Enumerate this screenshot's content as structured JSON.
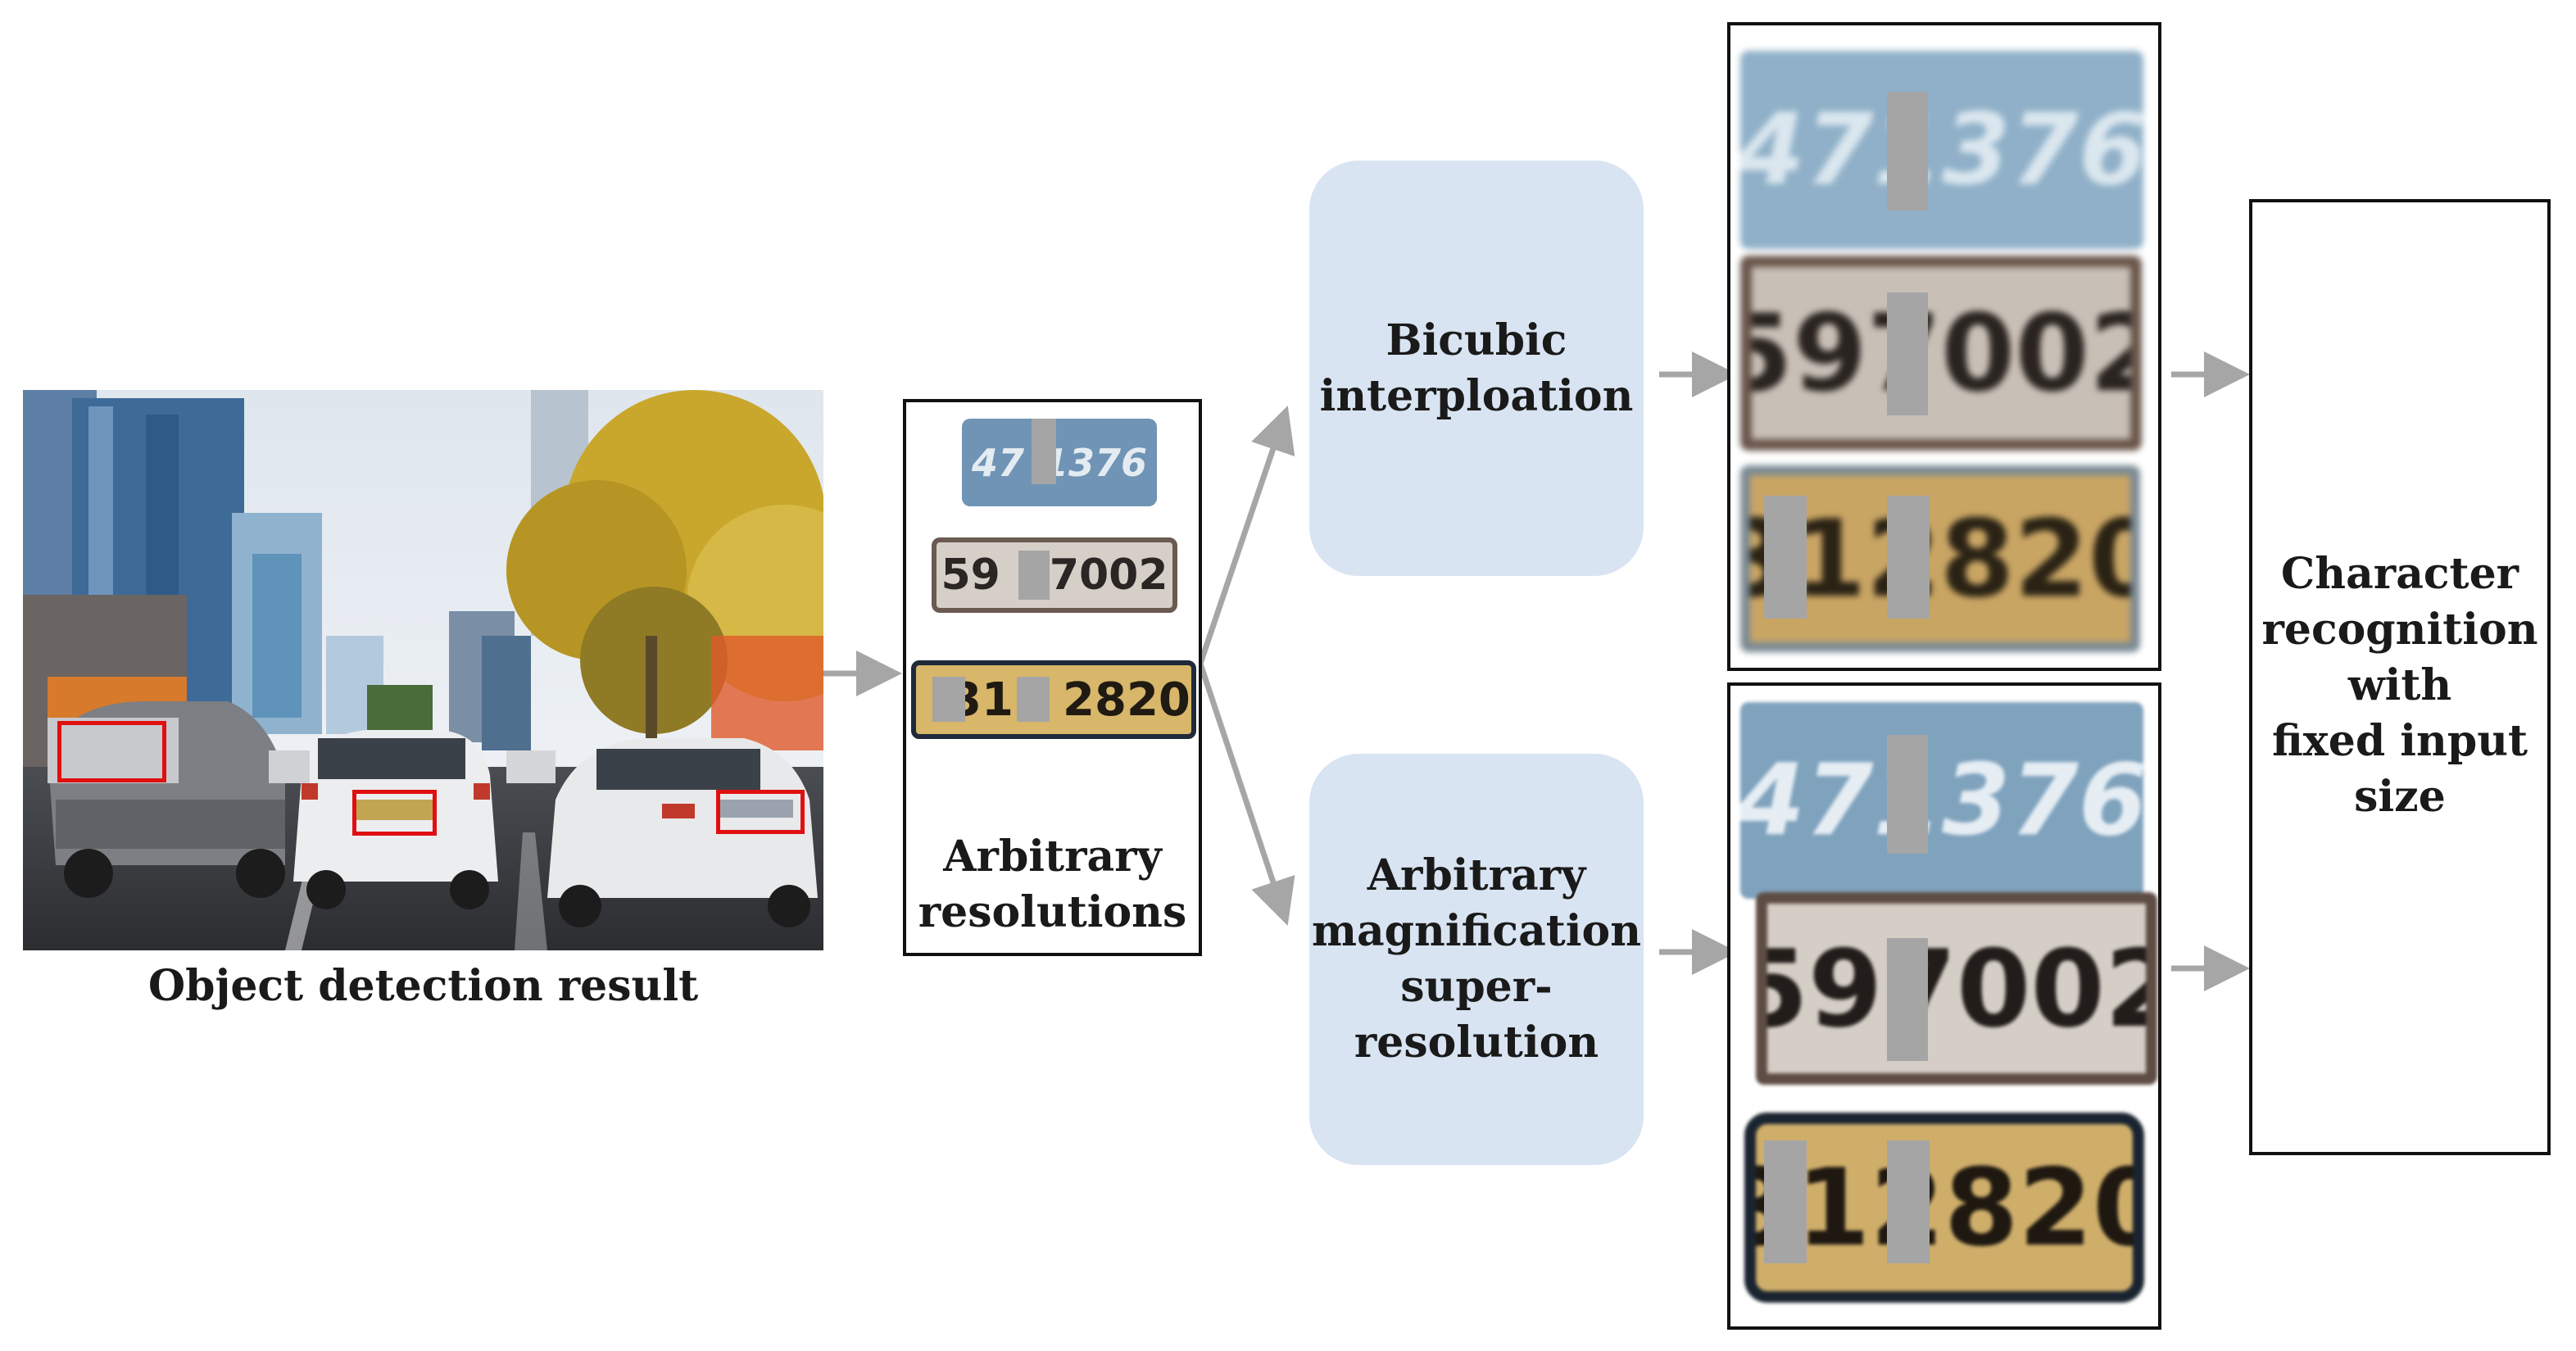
{
  "labels": {
    "detection_caption": "Object detection result",
    "arbitrary_resolutions": [
      "Arbitrary",
      "resolutions"
    ],
    "bicubic": [
      "Bicubic",
      "interploation"
    ],
    "super_resolution": [
      "Arbitrary",
      "magnification",
      "super-",
      "resolution"
    ],
    "recognition": [
      "Character",
      "recognition",
      "with",
      "fixed input",
      "size"
    ]
  },
  "plates": [
    {
      "left": "47",
      "right": "1376"
    },
    {
      "left": "59",
      "right": "7002"
    },
    {
      "left": "31",
      "right": "2820"
    }
  ],
  "colors": {
    "pill": "#d9e4f2",
    "arrow": "#a6a6a6",
    "detection_box": "#e01010",
    "mask": "#a5a5a5"
  }
}
